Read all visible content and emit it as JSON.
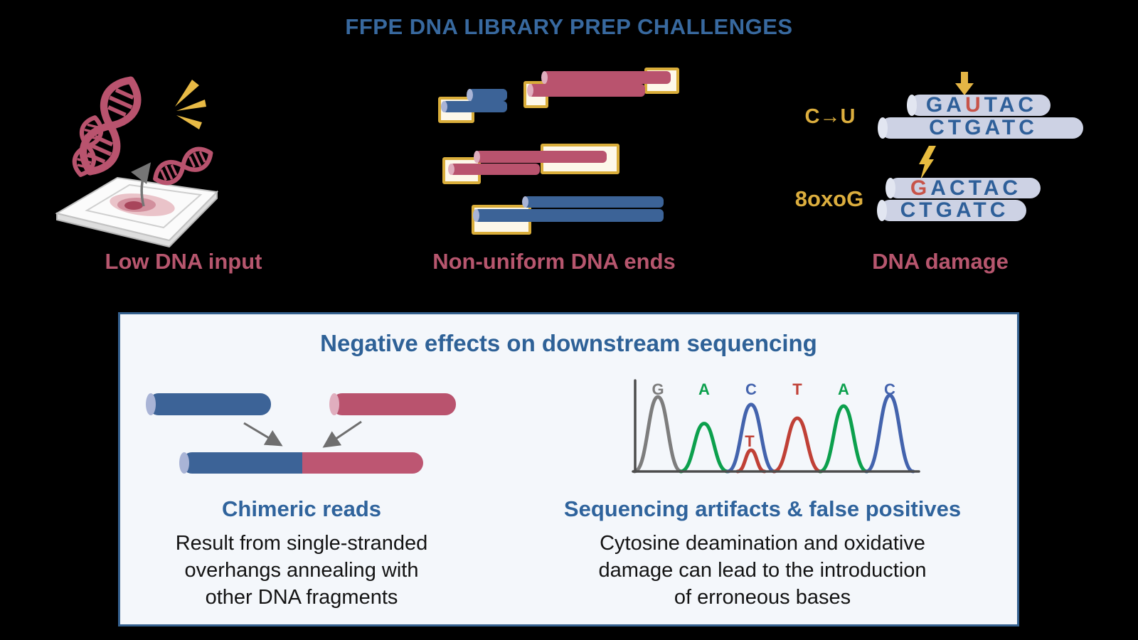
{
  "title": "FFPE DNA LIBRARY PREP CHALLENGES",
  "panels": {
    "low_input": {
      "label": "Low DNA input"
    },
    "non_uniform_ends": {
      "label": "Non-uniform DNA ends"
    },
    "damage": {
      "label": "DNA damage",
      "deamination_tag": "C→U",
      "oxidation_tag": "8oxoG",
      "duplex1": {
        "top": "GAUTAC",
        "top_red_index": 2,
        "bottom": "CTGATC"
      },
      "duplex2": {
        "top": "GACTAC",
        "top_red_index": 0,
        "bottom": "CTGATC"
      }
    }
  },
  "effects_box": {
    "title": "Negative effects on downstream sequencing",
    "chimeric": {
      "heading": "Chimeric reads",
      "body": "Result from single-stranded\noverhangs annealing with\nother DNA fragments"
    },
    "sequencing": {
      "heading": "Sequencing artifacts & false positives",
      "body": "Cytosine deamination and oxidative\ndamage can lead to the introduction\nof erroneous bases"
    }
  },
  "colors": {
    "background": "#000000",
    "title_blue": "#38699f",
    "heading_blue": "#2f639c",
    "label_crimson": "#b7566e",
    "rod_blue": "#3c6397",
    "rod_crimson": "#b9536e",
    "rod_lavender": "#cdd2e4",
    "gold": "#dcae3e",
    "seq_letter_blue": "#2e5f99",
    "seq_letter_red": "#c75349",
    "box_background": "#f4f7fb",
    "box_border": "#35618f"
  },
  "chart_data": {
    "type": "line",
    "title": "Sanger chromatogram trace with artifact peak",
    "categories": [
      "G",
      "A",
      "C",
      "T",
      "A",
      "C"
    ],
    "ylim": [
      0,
      1
    ],
    "legend": "none",
    "grid": false,
    "peaks": [
      {
        "base": "G",
        "color": "#7d7d7d",
        "rel_height": 0.98
      },
      {
        "base": "A",
        "color": "#0ca04d",
        "rel_height": 0.63
      },
      {
        "base": "C",
        "color": "#4363ad",
        "rel_height": 0.88,
        "artifact": {
          "base": "T",
          "color": "#c04036",
          "rel_height": 0.28
        }
      },
      {
        "base": "T",
        "color": "#c04036",
        "rel_height": 0.7
      },
      {
        "base": "A",
        "color": "#0ca04d",
        "rel_height": 0.86
      },
      {
        "base": "C",
        "color": "#4363ad",
        "rel_height": 1.0
      }
    ]
  }
}
